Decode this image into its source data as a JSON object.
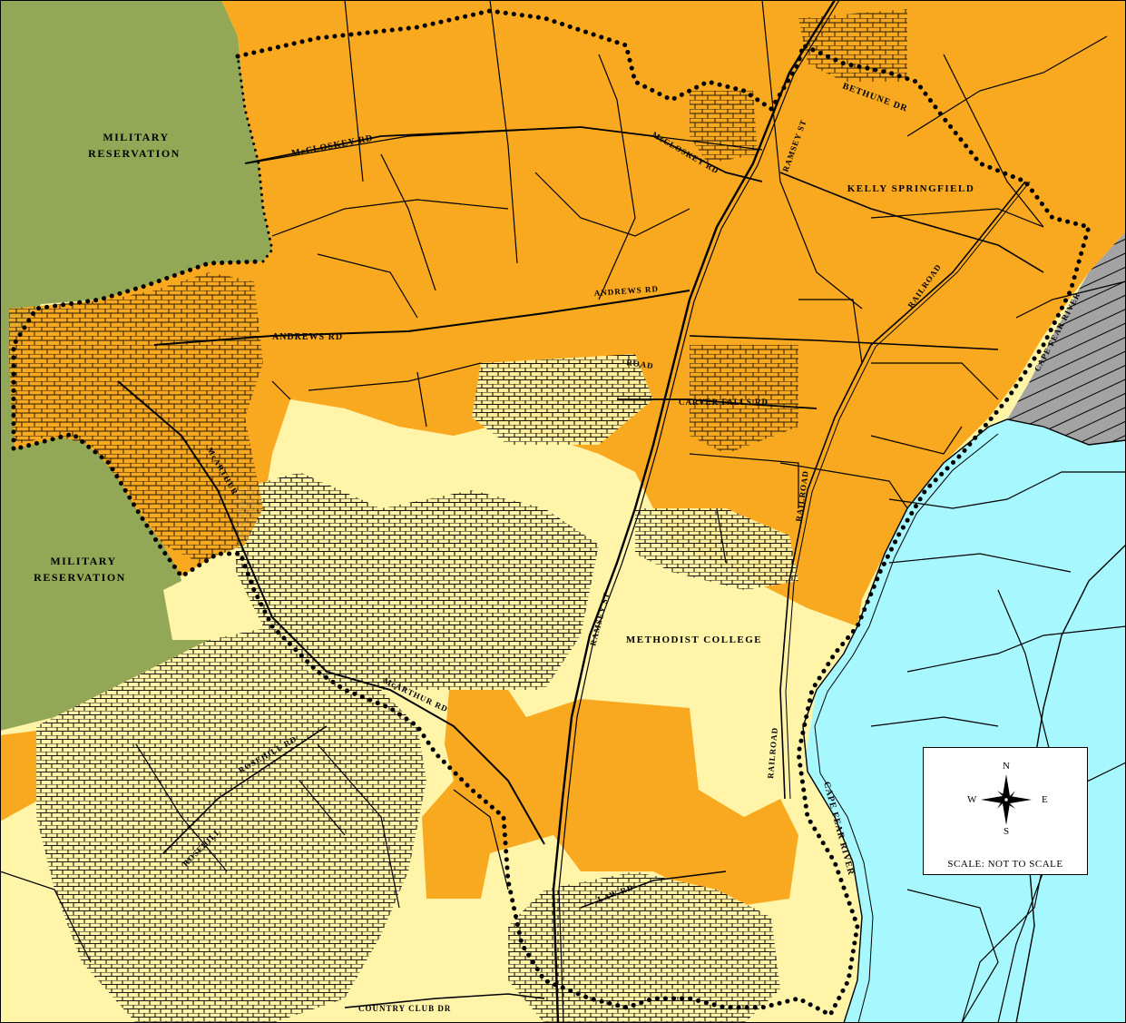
{
  "colors": {
    "military": "#93A856",
    "study_area": "#F9A91F",
    "residential": "#FFF4A8",
    "river_basin": "#A7F7FF",
    "industrial": "#A3A3A3",
    "boundary": "#000000"
  },
  "labels": {
    "military_1": "MILITARY",
    "military_1b": "RESERVATION",
    "military_2": "MILITARY",
    "military_2b": "RESERVATION",
    "kelly_springfield": "KELLY SPRINGFIELD",
    "methodist_college": "METHODIST COLLEGE",
    "mccloskey_rd_1": "McCLOSKEY RD",
    "mccloskey_rd_2": "McCLOSKEY RD",
    "andrews_rd_1": "ANDREWS RD",
    "andrews_rd_2": "ANDREWS RD",
    "bethune_dr": "BETHUNE DR",
    "ramsey_st_1": "RAMSEY ST",
    "ramsey_st_2": "RAMSEY ST",
    "carver_falls_rd": "CARVER FALLS RD",
    "railroad_1": "RAILROAD",
    "railroad_2": "RAILROAD",
    "railroad_3": "RAILROAD",
    "mcarthur_rd_1": "McARTHUR RD",
    "mcarthur_rd_2": "McARTHUR",
    "cape_fear_river_1": "CAPE FEAR RIVER",
    "cape_fear_river_2": "CAPE FEAR RIVER",
    "law_rd": "LAW RD",
    "country_club_dr": "COUNTRY CLUB DR",
    "rosehill_rd": "ROSEHILL",
    "roselle": "ROSEHILL RD",
    "road_label": "ROAD"
  },
  "legend": {
    "north": "N",
    "south": "S",
    "east": "E",
    "west": "W",
    "scale": "SCALE: NOT TO SCALE"
  }
}
